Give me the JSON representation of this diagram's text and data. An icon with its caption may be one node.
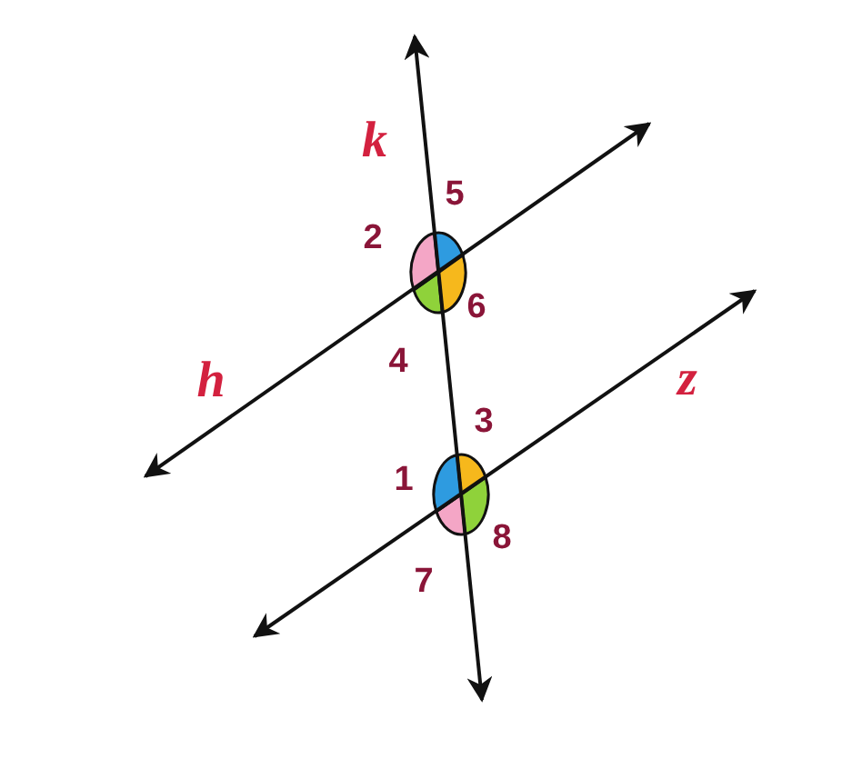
{
  "diagram": {
    "labels": [
      "k",
      "5",
      "2",
      "6",
      "h",
      "4",
      "z",
      "3",
      "1",
      "8",
      "7"
    ]
  }
}
